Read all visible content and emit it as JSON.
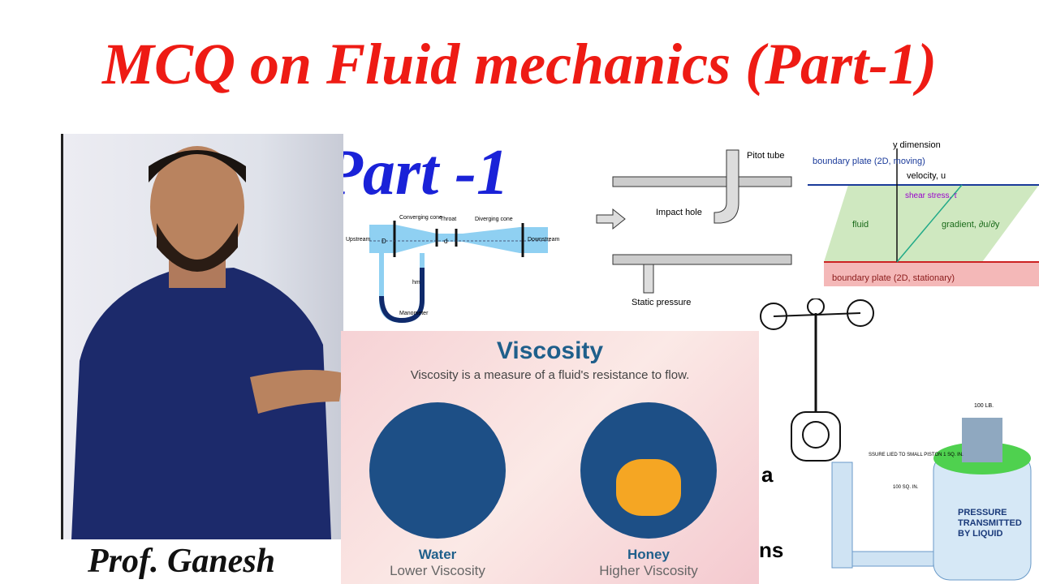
{
  "title": "MCQ on Fluid mechanics (Part-1)",
  "part_label": "Part -1",
  "presenter": "Prof. Ganesh",
  "venturi": {
    "labels": [
      "Converging cone",
      "Throat",
      "Diverging cone",
      "Upstream",
      "D",
      "d",
      "Downstream",
      "hm",
      "Manometer"
    ]
  },
  "pitot": {
    "labels": [
      "Pitot tube",
      "Impact hole",
      "Static pressure"
    ]
  },
  "boundary": {
    "y_label": "y dimension",
    "top_plate": "boundary plate (2D, moving)",
    "velocity": "velocity, u",
    "shear": "shear stress, τ",
    "fluid": "fluid",
    "gradient": "gradient, ∂u/∂y",
    "bottom_plate": "boundary plate (2D, stationary)"
  },
  "viscosity": {
    "heading": "Viscosity",
    "subtitle": "Viscosity is a measure of a fluid's resistance to flow.",
    "items": [
      {
        "name": "Water",
        "desc": "Lower Viscosity"
      },
      {
        "name": "Honey",
        "desc": "Higher Viscosity"
      }
    ]
  },
  "press": {
    "labels": [
      "100 LB.",
      "SSURE LIED TO SMALL PISTON 1 SQ. IN.",
      "100 SQ. IN.",
      "PRESSURE TRANSMITTED BY LIQUID"
    ]
  },
  "partial_text": [
    "a",
    "ns"
  ],
  "colors": {
    "title": "#ee1b14",
    "part": "#1a22d8",
    "heading": "#1f5f8b"
  }
}
